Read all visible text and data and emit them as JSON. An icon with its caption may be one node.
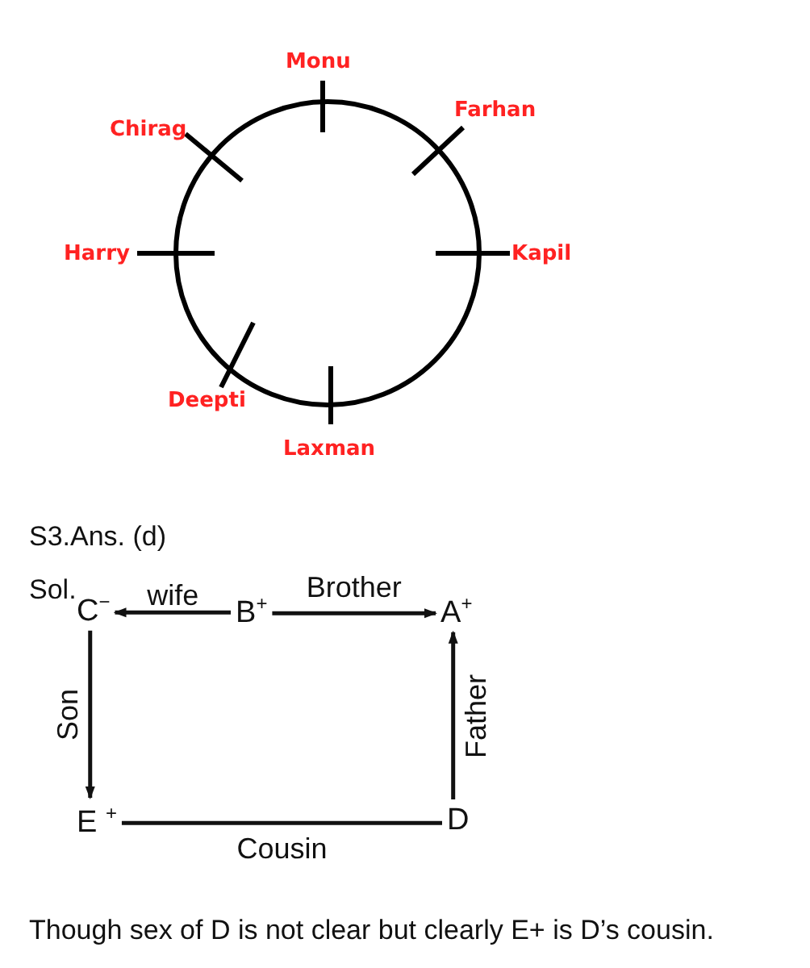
{
  "diagram": {
    "nodes": [
      {
        "text": [],
        "shape": "circle"
      },
      {
        "text": [
          "C$^{−}$"
        ]
      },
      {
        "text": [
          "B$^{+}$"
        ]
      },
      {
        "text": [
          "A$^{+}$"
        ]
      },
      {
        "text": [
          "E $^{+}$"
        ]
      },
      {
        "text": [
          "D"
        ]
      }
    ],
    "edges": [
      {
        "from": 2,
        "to": 1,
        "arrow": "to",
        "label": "wife"
      },
      {
        "from": 2,
        "to": 3,
        "arrow": "to",
        "label": "Brother"
      },
      {
        "from": 1,
        "to": 4,
        "arrow": "to",
        "label": "Son"
      },
      {
        "from": 5,
        "to": 3,
        "arrow": "to",
        "label": "Father"
      },
      {
        "from": 4,
        "to": 5,
        "arrow": "none",
        "label": "Cousin"
      }
    ],
    "labels": [
      "Monu",
      "Farhan",
      "Chirag",
      "Harry",
      "Kapil",
      "Deepti",
      "Laxman",
      "S3.Ans. (d)",
      "Sol.",
      "Though sex of D is not clear but clearly E+ is D’s cousin."
    ]
  }
}
